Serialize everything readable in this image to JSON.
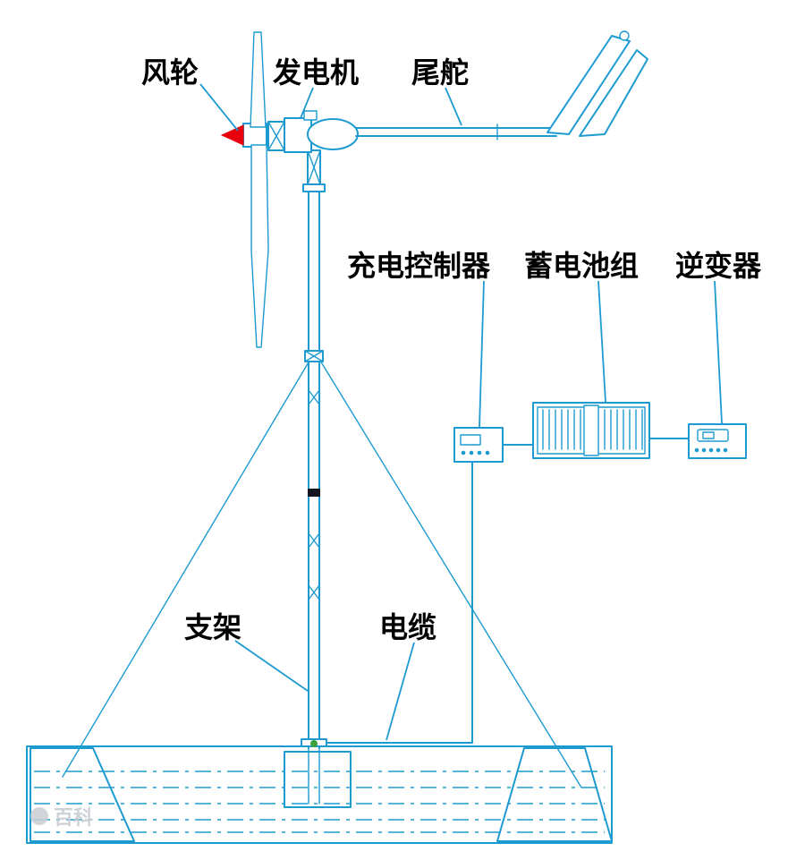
{
  "labels": {
    "rotor": "风轮",
    "generator": "发电机",
    "tail_vane": "尾舵",
    "charge_controller": "充电控制器",
    "battery_bank": "蓄电池组",
    "inverter": "逆变器",
    "support": "支架",
    "cable": "电缆"
  },
  "watermark": {
    "text": "百科"
  },
  "colors": {
    "line": "#1d9bd1",
    "label_text": "#000000",
    "nose_cone": "#e8000d",
    "joint_band": "#15151f",
    "base_marker": "#3aa03a",
    "watermark": "#c9ced3"
  }
}
